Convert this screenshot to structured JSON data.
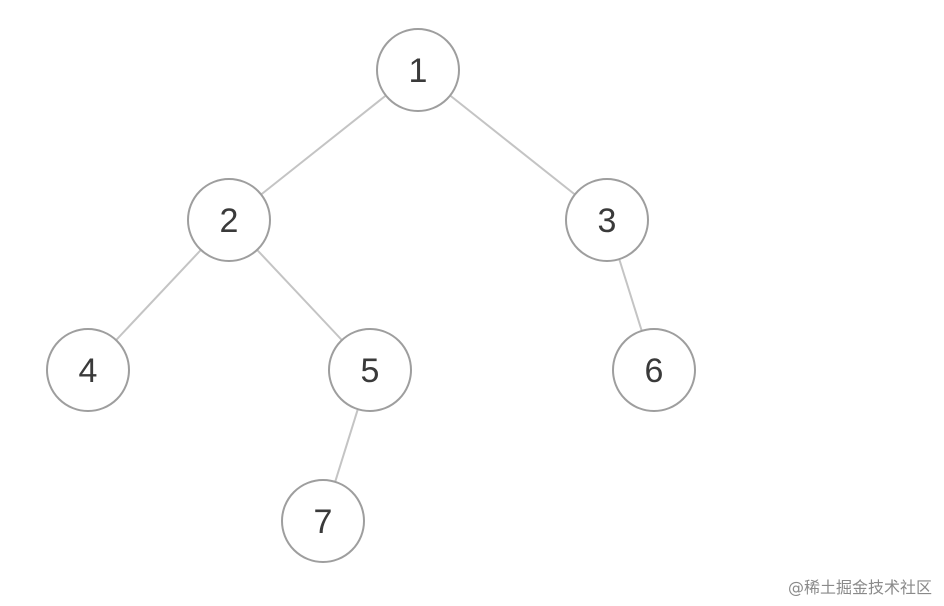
{
  "tree": {
    "nodes": [
      {
        "id": "1",
        "label": "1"
      },
      {
        "id": "2",
        "label": "2"
      },
      {
        "id": "3",
        "label": "3"
      },
      {
        "id": "4",
        "label": "4"
      },
      {
        "id": "5",
        "label": "5"
      },
      {
        "id": "6",
        "label": "6"
      },
      {
        "id": "7",
        "label": "7"
      }
    ],
    "edges": [
      {
        "from": "1",
        "to": "2"
      },
      {
        "from": "1",
        "to": "3"
      },
      {
        "from": "2",
        "to": "4"
      },
      {
        "from": "2",
        "to": "5"
      },
      {
        "from": "3",
        "to": "6"
      },
      {
        "from": "5",
        "to": "7"
      }
    ]
  },
  "watermark": {
    "corner_text": "@稀土掘金技术社区"
  }
}
